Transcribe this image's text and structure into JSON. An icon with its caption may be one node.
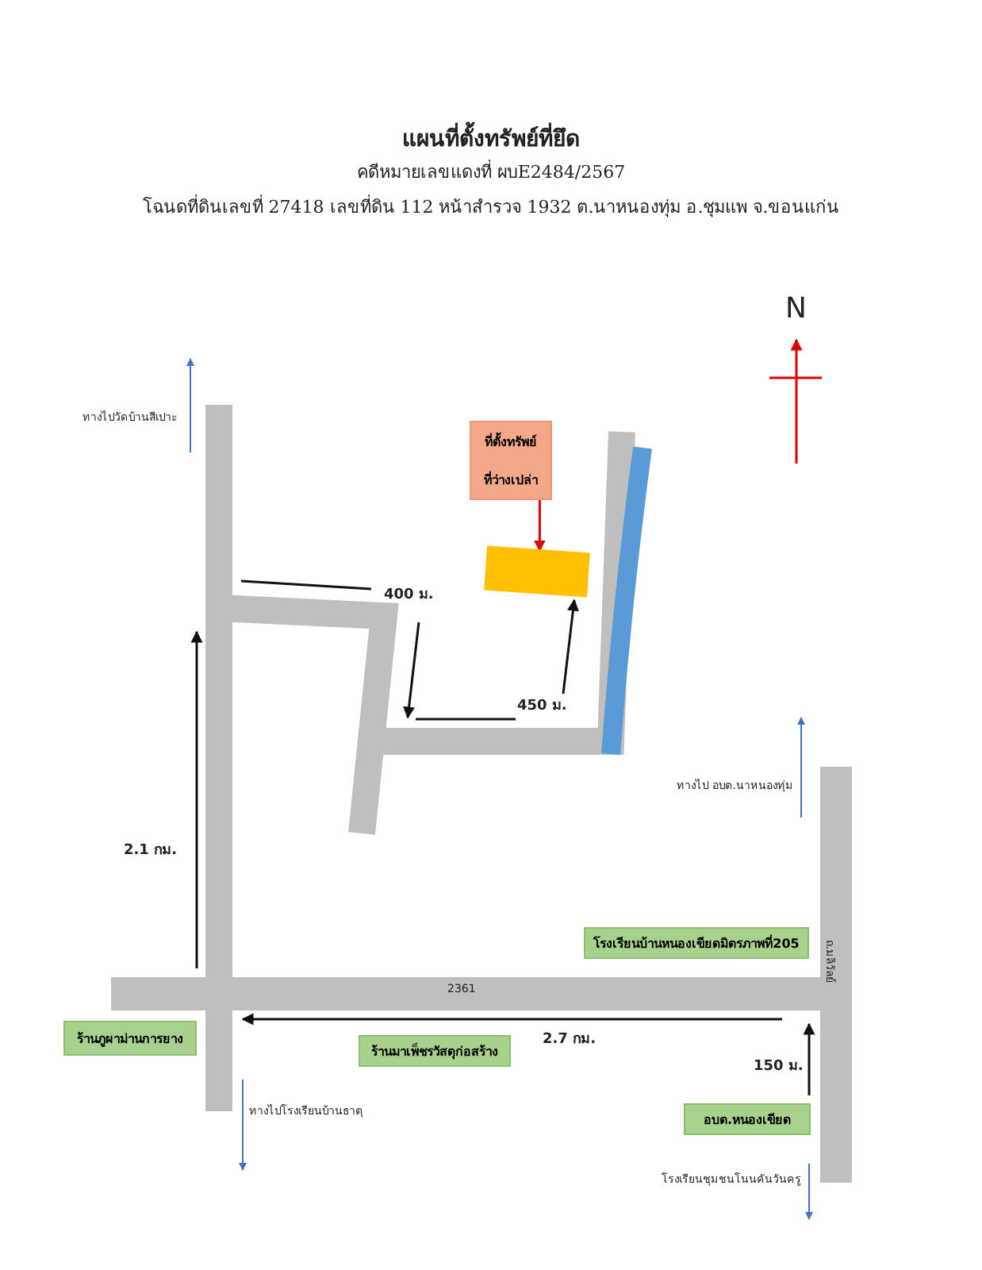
{
  "diagram": {
    "title": "แผนที่ตั้งทรัพย์ที่ยึด",
    "nodes": [
      {
        "text": [
          "ที่ตั้งทรัพย์",
          "ที่ว่างเปล่า"
        ]
      },
      {
        "text": [],
        "shape": "box"
      },
      {
        "text": [
          "โรงเรียนบ้านหนองเขียดมิตรภาพที่205"
        ]
      },
      {
        "text": [
          "ร้านภูผาม่านการยาง"
        ]
      },
      {
        "text": [
          "ร้านมาเพ็ชรวัสดุก่อสร้าง"
        ]
      },
      {
        "text": [
          "อบต.หนองเขียด"
        ]
      }
    ],
    "edges": [
      {
        "from": 0,
        "to": 1,
        "arrow": "to"
      }
    ],
    "labels": [
      "คดีหมายเลขแดงที่ ผบE2484/2567",
      "โฉนดที่ดินเลขที่ 27418 เลขที่ดิน 112 หน้าสำรวจ 1932 ต.นาหนองทุ่ม อ.ชุมแพ จ.ขอนแก่น",
      "N",
      "ทางไปวัดบ้านสีเปาะ",
      "400 ม.",
      "450 ม.",
      "ทางไป อบต.นาหนองทุ่ม",
      "2.1 กม.",
      "ถ.มลิวัลย์",
      "2361",
      "2.7 กม.",
      "150 ม.",
      "ทางไปโรงเรียนบ้านธาตุ",
      "โรงเรียนชุมชนโนนคันวันครู"
    ]
  }
}
